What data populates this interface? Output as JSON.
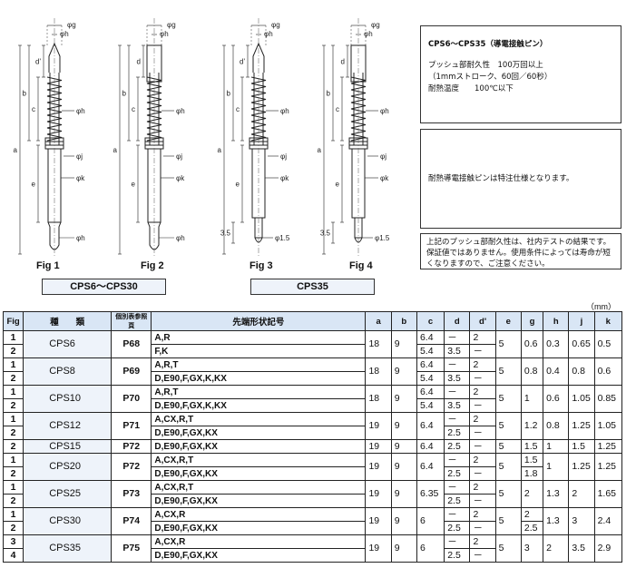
{
  "figures": {
    "labels": [
      "Fig 1",
      "Fig 2",
      "Fig 3",
      "Fig 4"
    ],
    "group_left": "CPS6～CPS30",
    "group_right": "CPS35",
    "dim_labels": {
      "phi_g": "φg",
      "phi_h_top": "φh",
      "phi_h": "φh",
      "phi_j": "φj",
      "phi_k": "φk",
      "phi_15": "φ1.5",
      "a": "a",
      "b": "b",
      "c": "c",
      "d": "d",
      "d_prime": "d'",
      "e": "e",
      "dim_35": "3.5"
    }
  },
  "info": {
    "title": "CPS6～CPS35（導電接触ピン）",
    "line1": "プッシュ部耐久性　100万回以上",
    "line2": "（1mmストローク、60回／60秒）",
    "line3": "耐熱温度　　100℃以下",
    "special": "耐熱導電接触ピンは特注仕様となります。",
    "note": "上記のプッシュ部耐久性は、社内テストの結果です。保証値ではありません。使用条件によっては寿命が短くなりますので、ご注意ください。"
  },
  "table": {
    "unit": "（mm）",
    "headers": {
      "fig": "Fig",
      "model": "種　　類",
      "page": "個別表参照頁",
      "tip": "先端形状記号",
      "a": "a",
      "b": "b",
      "c": "c",
      "d": "d",
      "dp": "d'",
      "e": "e",
      "g": "g",
      "h": "h",
      "j": "j",
      "k": "k"
    },
    "groups": [
      {
        "fig": [
          "1",
          "2"
        ],
        "model": "CPS6",
        "page": "P68",
        "tip": [
          "A,R",
          "F,K"
        ],
        "a": "18",
        "b": "9",
        "c": [
          "6.4",
          "5.4"
        ],
        "d": [
          "－",
          "3.5"
        ],
        "dp": [
          "2",
          "－"
        ],
        "e": "5",
        "g": "0.6",
        "h": "0.3",
        "j": "0.65",
        "k": "0.5"
      },
      {
        "fig": [
          "1",
          "2"
        ],
        "model": "CPS8",
        "page": "P69",
        "tip": [
          "A,R,T",
          "D,E90,F,GX,K,KX"
        ],
        "a": "18",
        "b": "9",
        "c": [
          "6.4",
          "5.4"
        ],
        "d": [
          "－",
          "3.5"
        ],
        "dp": [
          "2",
          "－"
        ],
        "e": "5",
        "g": "0.8",
        "h": "0.4",
        "j": "0.8",
        "k": "0.6"
      },
      {
        "fig": [
          "1",
          "2"
        ],
        "model": "CPS10",
        "page": "P70",
        "tip": [
          "A,R,T",
          "D,E90,F,GX,K,KX"
        ],
        "a": "18",
        "b": "9",
        "c": [
          "6.4",
          "5.4"
        ],
        "d": [
          "－",
          "3.5"
        ],
        "dp": [
          "2",
          "－"
        ],
        "e": "5",
        "g": "1",
        "h": "0.6",
        "j": "1.05",
        "k": "0.85"
      },
      {
        "fig": [
          "1",
          "2"
        ],
        "model": "CPS12",
        "page": "P71",
        "tip": [
          "A,CX,R,T",
          "D,E90,F,GX,KX"
        ],
        "a": "19",
        "b": "9",
        "c": "6.4",
        "d": [
          "－",
          "2.5"
        ],
        "dp": [
          "2",
          "－"
        ],
        "e": "5",
        "g": "1.2",
        "h": "0.8",
        "j": "1.25",
        "k": "1.05"
      },
      {
        "fig": [
          "2"
        ],
        "model": "CPS15",
        "page": "P72",
        "tip": [
          "D,E90,F,GX,KX"
        ],
        "a": "19",
        "b": "9",
        "c": "6.4",
        "d": "2.5",
        "dp": "－",
        "e": "5",
        "g": "1.5",
        "h": "1",
        "j": "1.5",
        "k": "1.25"
      },
      {
        "fig": [
          "1",
          "2"
        ],
        "model": "CPS20",
        "page": "P72",
        "tip": [
          "A,CX,R,T",
          "D,E90,F,GX,KX"
        ],
        "a": "19",
        "b": "9",
        "c": "6.4",
        "d": [
          "－",
          "2.5"
        ],
        "dp": [
          "2",
          "－"
        ],
        "e": "5",
        "g": [
          "1.5",
          "1.8"
        ],
        "h": "1",
        "j": "1.25",
        "k": "1.25"
      },
      {
        "fig": [
          "1",
          "2"
        ],
        "model": "CPS25",
        "page": "P73",
        "tip": [
          "A,CX,R,T",
          "D,E90,F,GX,KX"
        ],
        "a": "19",
        "b": "9",
        "c": "6.35",
        "d": [
          "－",
          "2.5"
        ],
        "dp": [
          "2",
          "－"
        ],
        "e": "5",
        "g": "2",
        "h": "1.3",
        "j": "2",
        "k": "1.65"
      },
      {
        "fig": [
          "1",
          "2"
        ],
        "model": "CPS30",
        "page": "P74",
        "tip": [
          "A,CX,R",
          "D,E90,F,GX,KX"
        ],
        "a": "19",
        "b": "9",
        "c": "6",
        "d": [
          "－",
          "2.5"
        ],
        "dp": [
          "2",
          "－"
        ],
        "e": "5",
        "g": [
          "2",
          "2.5"
        ],
        "h": "1.3",
        "j": "3",
        "k": "2.4"
      },
      {
        "fig": [
          "3",
          "4"
        ],
        "model": "CPS35",
        "page": "P75",
        "tip": [
          "A,CX,R",
          "D,E90,F,GX,KX"
        ],
        "a": "19",
        "b": "9",
        "c": "6",
        "d": [
          "－",
          "2.5"
        ],
        "dp": [
          "2",
          "－"
        ],
        "e": "5",
        "g": "3",
        "h": "2",
        "j": "3.5",
        "k": "2.9"
      }
    ]
  }
}
